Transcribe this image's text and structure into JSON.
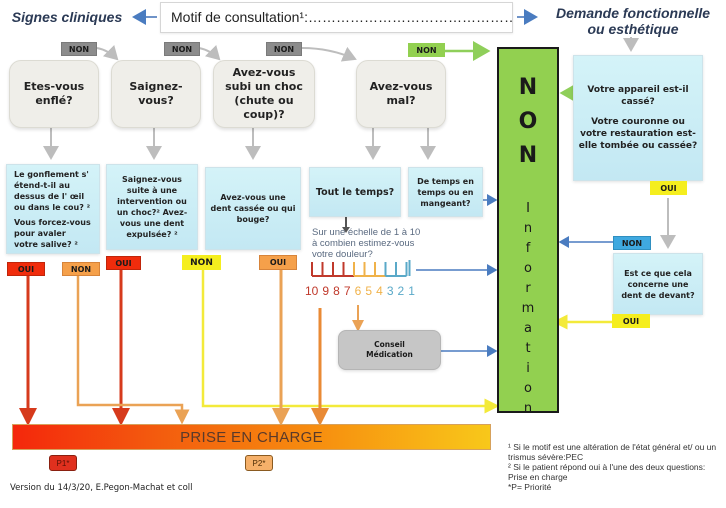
{
  "header": {
    "left_title": "Signes cliniques",
    "motif": "Motif de consultation¹:…………………………………………",
    "right_title_line1": "Demande fonctionnelle",
    "right_title_line2": "ou esthétique"
  },
  "top_tags": [
    "NON",
    "NON",
    "NON",
    "NON"
  ],
  "questions": [
    {
      "label": "Etes-vous enflé?"
    },
    {
      "label": "Saignez-vous?"
    },
    {
      "label": "Avez-vous subi un choc (chute ou coup)?"
    },
    {
      "label": "Avez-vous mal?"
    }
  ],
  "detail_boxes": {
    "swelling": {
      "q1": "Le gonflement s' étend-t-il au dessus de l' œil ou dans le cou? ²",
      "q2": "Vous forcez-vous pour avaler votre salive? ²"
    },
    "bleeding": "Saignez-vous suite à une intervention ou un choc?² Avez-vous une dent expulsée? ²",
    "trauma": "Avez-vous une dent cassée ou qui bouge?",
    "always": "Tout le temps?",
    "sometimes": "De temps en temps ou en mangeant?"
  },
  "answer_tags": {
    "swelling_oui": "OUI",
    "swelling_non": "NON",
    "bleeding_oui": "OUI",
    "trauma_non": "NON",
    "trauma_oui": "OUI"
  },
  "pain_scale": {
    "question": "Sur une échelle de 1 à 10 à combien estimez-vous votre douleur?",
    "numbers": [
      "10",
      "9",
      "8",
      "7",
      "6",
      "5",
      "4",
      "3",
      "2",
      "1"
    ],
    "colors": {
      "high": "#c0392b",
      "mid": "#f0b24a",
      "low": "#5aa9c8"
    }
  },
  "conseil": {
    "line1": "Conseil",
    "line2": "Médication"
  },
  "green_column": {
    "big_letters": [
      "N",
      "O",
      "N"
    ],
    "small_letters": [
      "I",
      "n",
      "f",
      "o",
      "r",
      "m",
      "a",
      "t",
      "i",
      "o",
      "n"
    ]
  },
  "right_panel": {
    "q1": "Votre appareil est-il cassé?",
    "q2": "Votre couronne ou votre restauration est-elle tombée ou cassée?",
    "oui_tag": "OUI",
    "non_tag": "NON",
    "front_tooth": "Est ce que cela concerne une dent de devant?",
    "front_oui_tag": "OUI"
  },
  "prise_en_charge": "PRISE EN CHARGE",
  "priorities": {
    "p1": "P1*",
    "p2": "P2*"
  },
  "footer": "Version du 14/3/20, E.Pegon-Machat et coll",
  "notes": {
    "n1": "¹ Si le motif est une altération de l'état général  et/ ou un trismus sévère:PEC",
    "n2": "² Si le patient répond oui à l'une des deux questions: Prise en charge",
    "n3": "*P= Priorité"
  },
  "colors": {
    "green": "#92d050",
    "red": "#f02c0c",
    "orange": "#f5a04a",
    "yellow": "#f5ee1e",
    "blue": "#3fa9e0",
    "arrow_grey": "#bdbdbd",
    "arrow_blue": "#4a7cc0"
  }
}
